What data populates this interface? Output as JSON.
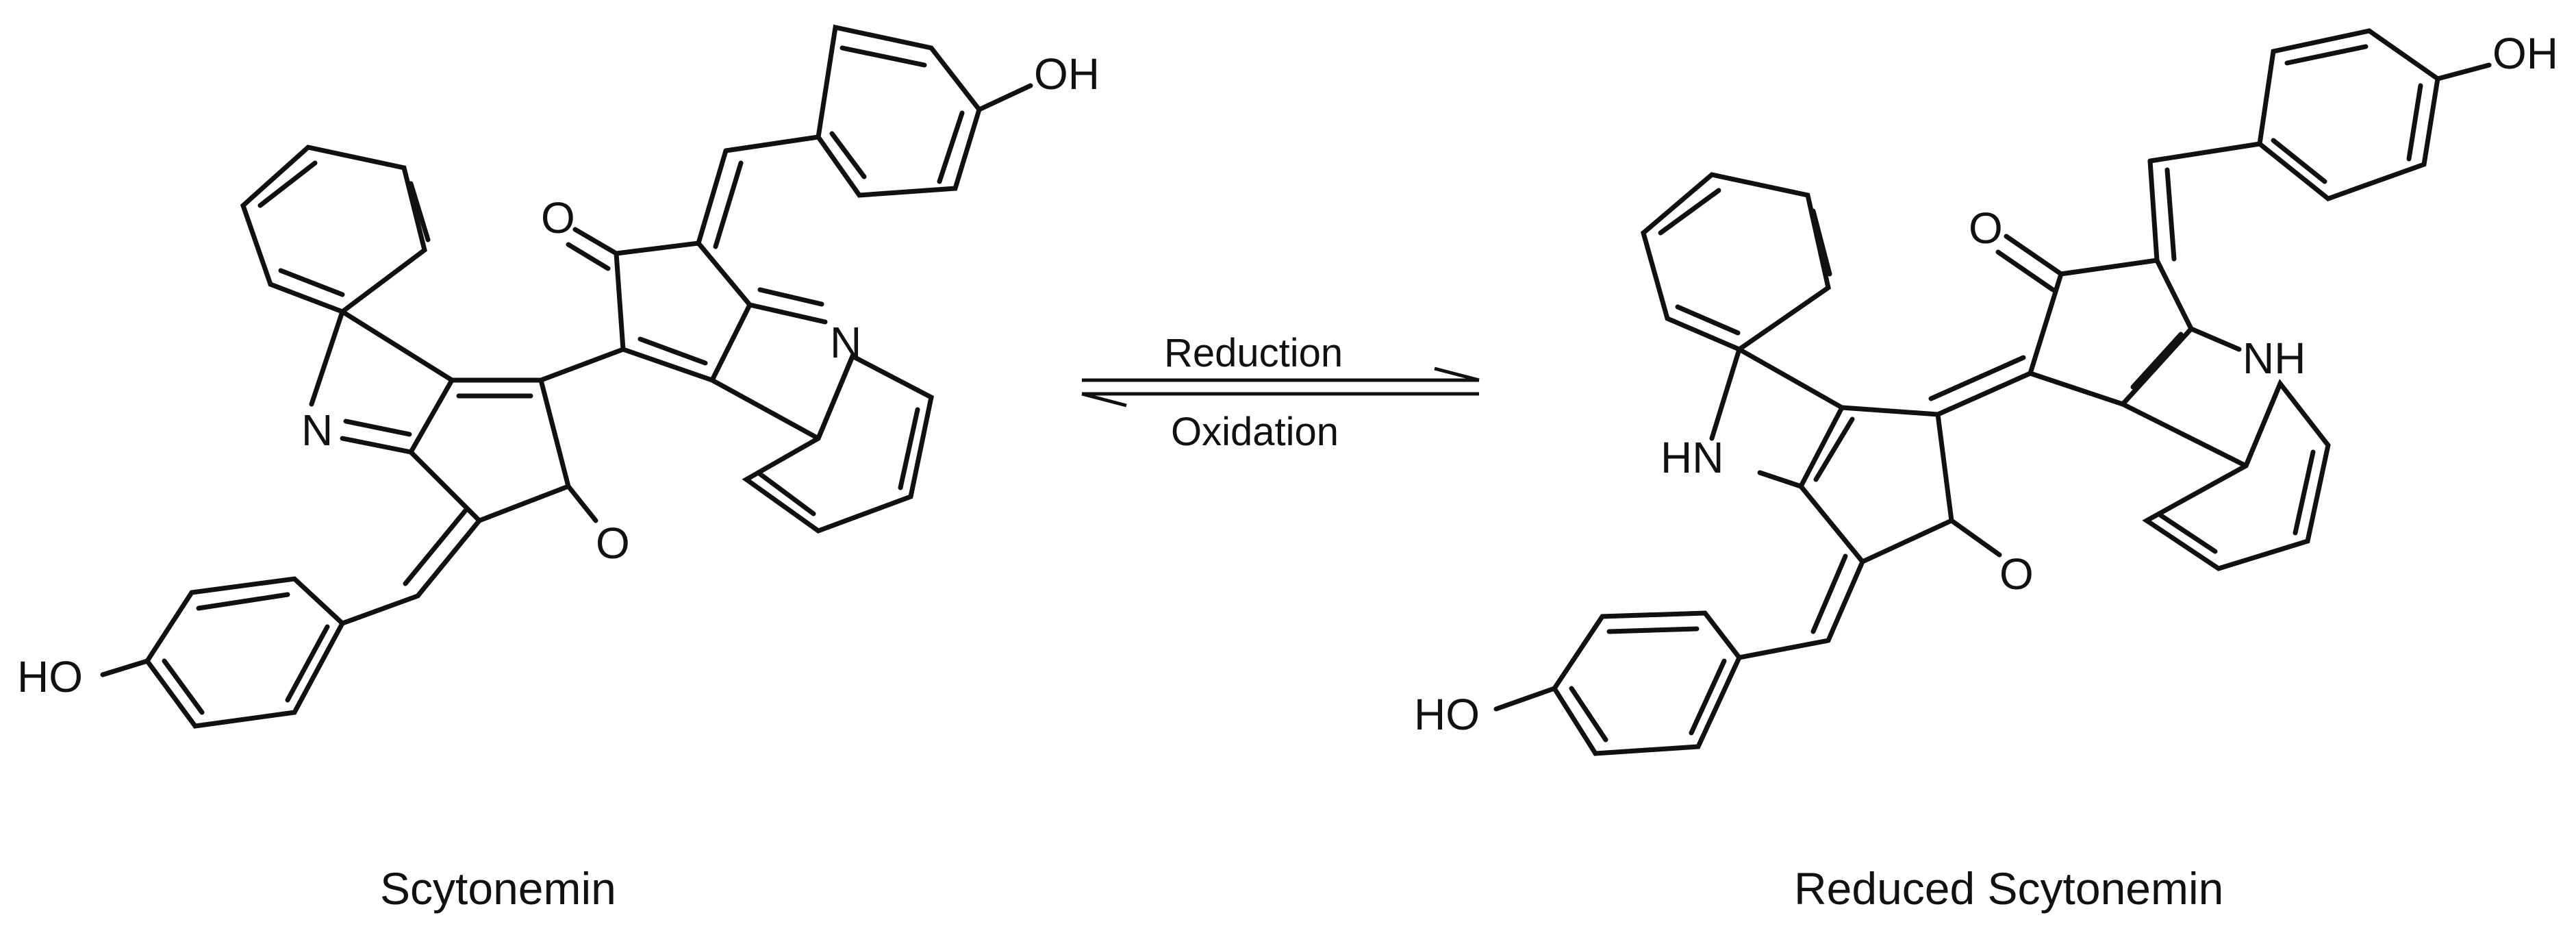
{
  "reaction": {
    "forward_label": "Reduction",
    "reverse_label": "Oxidation"
  },
  "left_molecule": {
    "name": "Scytonemin",
    "atoms": {
      "oh_top": "OH",
      "ho_bottom": "HO",
      "o_top": "O",
      "o_bottom": "O",
      "n_left": "N",
      "n_right": "N"
    }
  },
  "right_molecule": {
    "name": "Reduced Scytonemin",
    "atoms": {
      "oh_top": "OH",
      "ho_bottom": "HO",
      "o_top": "O",
      "o_bottom": "O",
      "nh_left": "HN",
      "nh_right": "NH"
    }
  }
}
